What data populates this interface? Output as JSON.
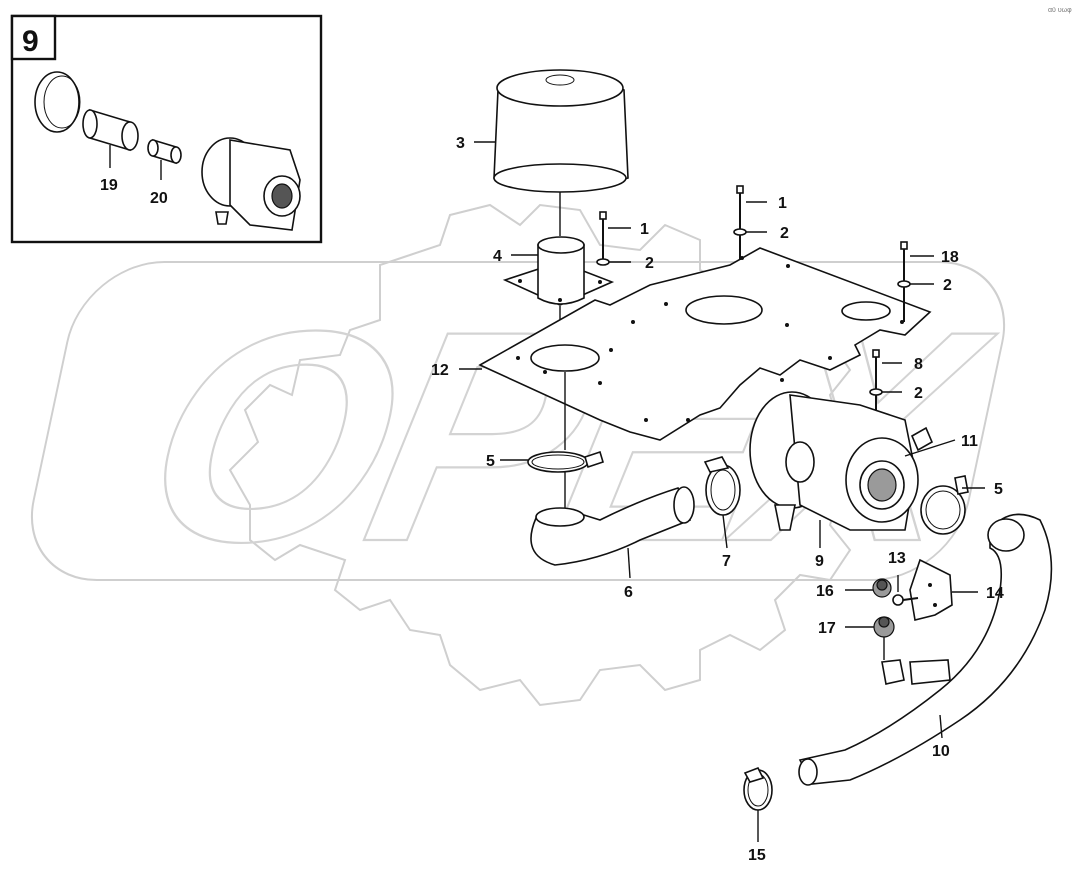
{
  "watermark": {
    "text": "OPEX"
  },
  "corner_mark": "αϋ υωφ",
  "inset": {
    "number": "9",
    "labels": {
      "p19": "19",
      "p20": "20"
    }
  },
  "callouts": {
    "c1a": "1",
    "c1b": "1",
    "c2a": "2",
    "c2b": "2",
    "c2c": "2",
    "c2d": "2",
    "c3": "3",
    "c4": "4",
    "c5a": "5",
    "c5b": "5",
    "c6": "6",
    "c7": "7",
    "c8": "8",
    "c9": "9",
    "c10": "10",
    "c11": "11",
    "c12": "12",
    "c13": "13",
    "c14": "14",
    "c15": "15",
    "c16": "16",
    "c17": "17",
    "c18": "18"
  }
}
